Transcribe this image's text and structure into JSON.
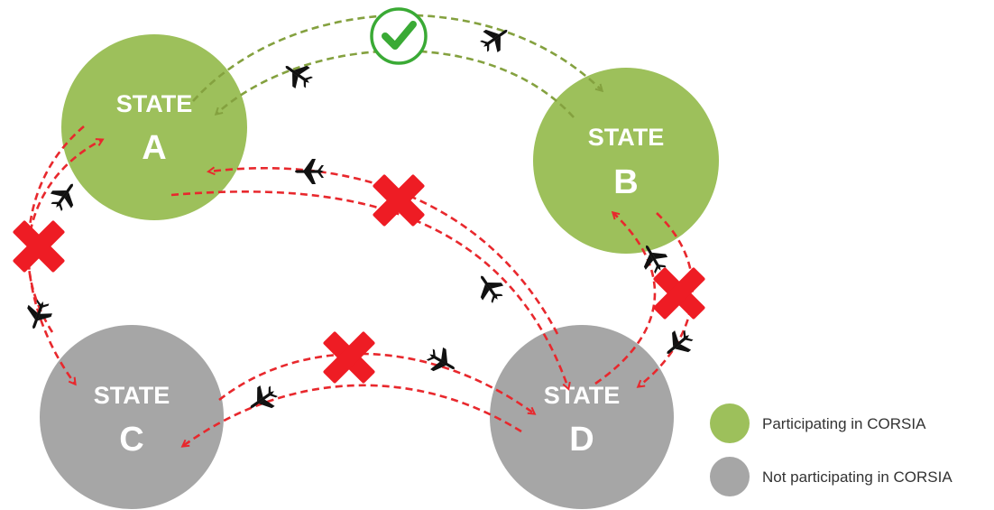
{
  "colors": {
    "participating": "#9dc05b",
    "not_participating": "#a6a6a6",
    "covered_route": "#84a13f",
    "not_covered_route": "#e8282d",
    "check": "#3aaa35",
    "cross": "#ee1c24",
    "plane": "#111111"
  },
  "states": [
    {
      "id": "A",
      "word": "STATE",
      "letter": "A",
      "participating": true
    },
    {
      "id": "B",
      "word": "STATE",
      "letter": "B",
      "participating": true
    },
    {
      "id": "C",
      "word": "STATE",
      "letter": "C",
      "participating": false
    },
    {
      "id": "D",
      "word": "STATE",
      "letter": "D",
      "participating": false
    }
  ],
  "routes": [
    {
      "from": "A",
      "to": "B",
      "covered": true,
      "marker": "check-icon"
    },
    {
      "from": "A",
      "to": "C",
      "covered": false,
      "marker": "cross-icon"
    },
    {
      "from": "A",
      "to": "D",
      "covered": false,
      "marker": "cross-icon"
    },
    {
      "from": "B",
      "to": "D",
      "covered": false,
      "marker": "cross-icon"
    },
    {
      "from": "C",
      "to": "D",
      "covered": false,
      "marker": "cross-icon"
    }
  ],
  "legend": {
    "participating_label": "Participating in CORSIA",
    "not_participating_label": "Not participating in CORSIA"
  }
}
